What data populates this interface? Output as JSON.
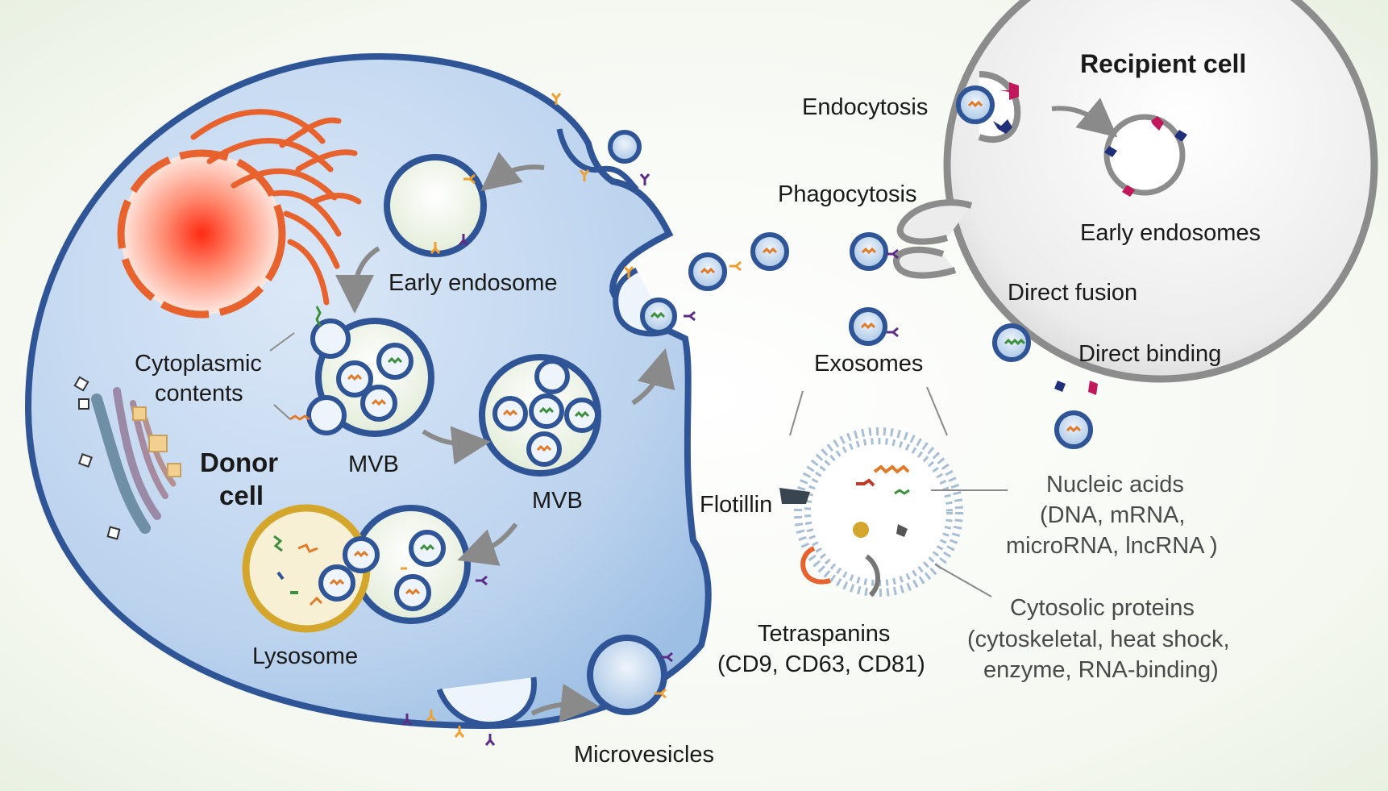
{
  "labels": {
    "recipient_cell": "Recipient cell",
    "endocytosis": "Endocytosis",
    "phagocytosis": "Phagocytosis",
    "early_endosomes": "Early endosomes",
    "direct_fusion": "Direct fusion",
    "direct_binding": "Direct binding",
    "exosomes": "Exosomes",
    "early_endosome": "Early endosome",
    "cytoplasmic_line1": "Cytoplasmic",
    "cytoplasmic_line2": "contents",
    "mvb_1": "MVB",
    "mvb_2": "MVB",
    "donor_line1": "Donor",
    "donor_line2": "cell",
    "lysosome": "Lysosome",
    "microvesicles": "Microvesicles",
    "flotillin": "Flotillin",
    "tetraspanins_line1": "Tetraspanins",
    "tetraspanins_line2": "(CD9, CD63, CD81)",
    "nucleic_line1": "Nucleic acids",
    "nucleic_line2": "(DNA, mRNA,",
    "nucleic_line3": "microRNA, lncRNA )",
    "cytosolic_line1": "Cytosolic proteins",
    "cytosolic_line2": "(cytoskeletal, heat shock,",
    "cytosolic_line3": "enzyme, RNA-binding)"
  },
  "colors": {
    "membrane": "#2f5597",
    "donor_fill": "#bcd3ee",
    "vesicle_fill": "#eaf2e2",
    "lysosome_ring": "#d4a72c",
    "lysosome_fill": "#f8f0d4",
    "recipient_fill": "#e6e6e6",
    "recipient_ring": "#8c8c8c",
    "rna_orange": "#e07b27",
    "rna_green": "#3d8f3d",
    "receptor_orange": "#f0a030",
    "receptor_purple": "#5b2d86",
    "receptor_magenta": "#c2185b",
    "receptor_navy": "#1f2f7a",
    "nucleus_red": "#ff3b1f",
    "golgi_orange": "#e8622e"
  }
}
